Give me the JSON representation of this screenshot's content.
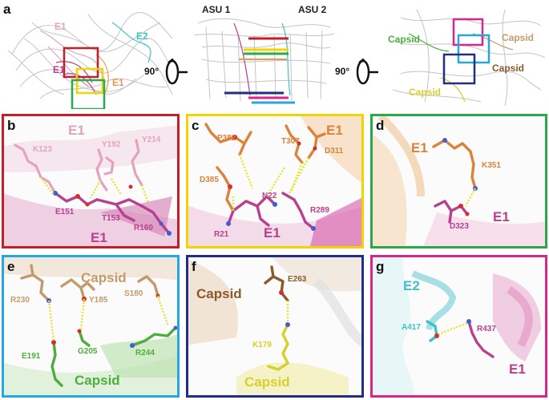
{
  "top": {
    "panel_letter": "a",
    "left": {
      "labels": [
        "E1",
        "E2",
        "E1",
        "E1"
      ]
    },
    "middle": {
      "asu1": "ASU 1",
      "asu2": "ASU 2"
    },
    "rotation": "90°",
    "right": {
      "labels": [
        "Capsid",
        "Capsid",
        "Capsid",
        "Capsid"
      ]
    }
  },
  "panels": {
    "b": {
      "letter": "b",
      "border": "#c0202a",
      "chain_top": "E1",
      "chain_bottom": "E1",
      "residues": [
        "K123",
        "Y192",
        "Y214",
        "E151",
        "T153",
        "R160"
      ]
    },
    "c": {
      "letter": "c",
      "border": "#f2d500",
      "chain_top": "E1",
      "chain_bottom": "E1",
      "residues": [
        "P382",
        "T307",
        "D311",
        "D385",
        "N22",
        "R289",
        "R21"
      ]
    },
    "d": {
      "letter": "d",
      "border": "#2ba84a",
      "chain_top": "E1",
      "chain_bottom": "E1",
      "residues": [
        "K351",
        "D323"
      ]
    },
    "e": {
      "letter": "e",
      "border": "#27a7e0",
      "chain_top": "Capsid",
      "chain_bottom": "Capsid",
      "residues": [
        "R230",
        "Y185",
        "S180",
        "E191",
        "G205",
        "R244"
      ]
    },
    "f": {
      "letter": "f",
      "border": "#222e86",
      "chain_top": "Capsid",
      "chain_bottom": "Capsid",
      "residues": [
        "E263",
        "K179"
      ]
    },
    "g": {
      "letter": "g",
      "border": "#d9268b",
      "chain_top": "E2",
      "chain_bottom": "E1",
      "residues": [
        "A417",
        "R437"
      ]
    }
  },
  "colors": {
    "e1_pink": "#e3a3bd",
    "e1_magenta": "#b8408f",
    "e1_orange": "#d9843a",
    "e2_cyan": "#3fc0c9",
    "capsid_tan": "#c49a6c",
    "capsid_green": "#4cae3c",
    "capsid_brown": "#8a5a2b",
    "capsid_yellow": "#d6d02a"
  }
}
